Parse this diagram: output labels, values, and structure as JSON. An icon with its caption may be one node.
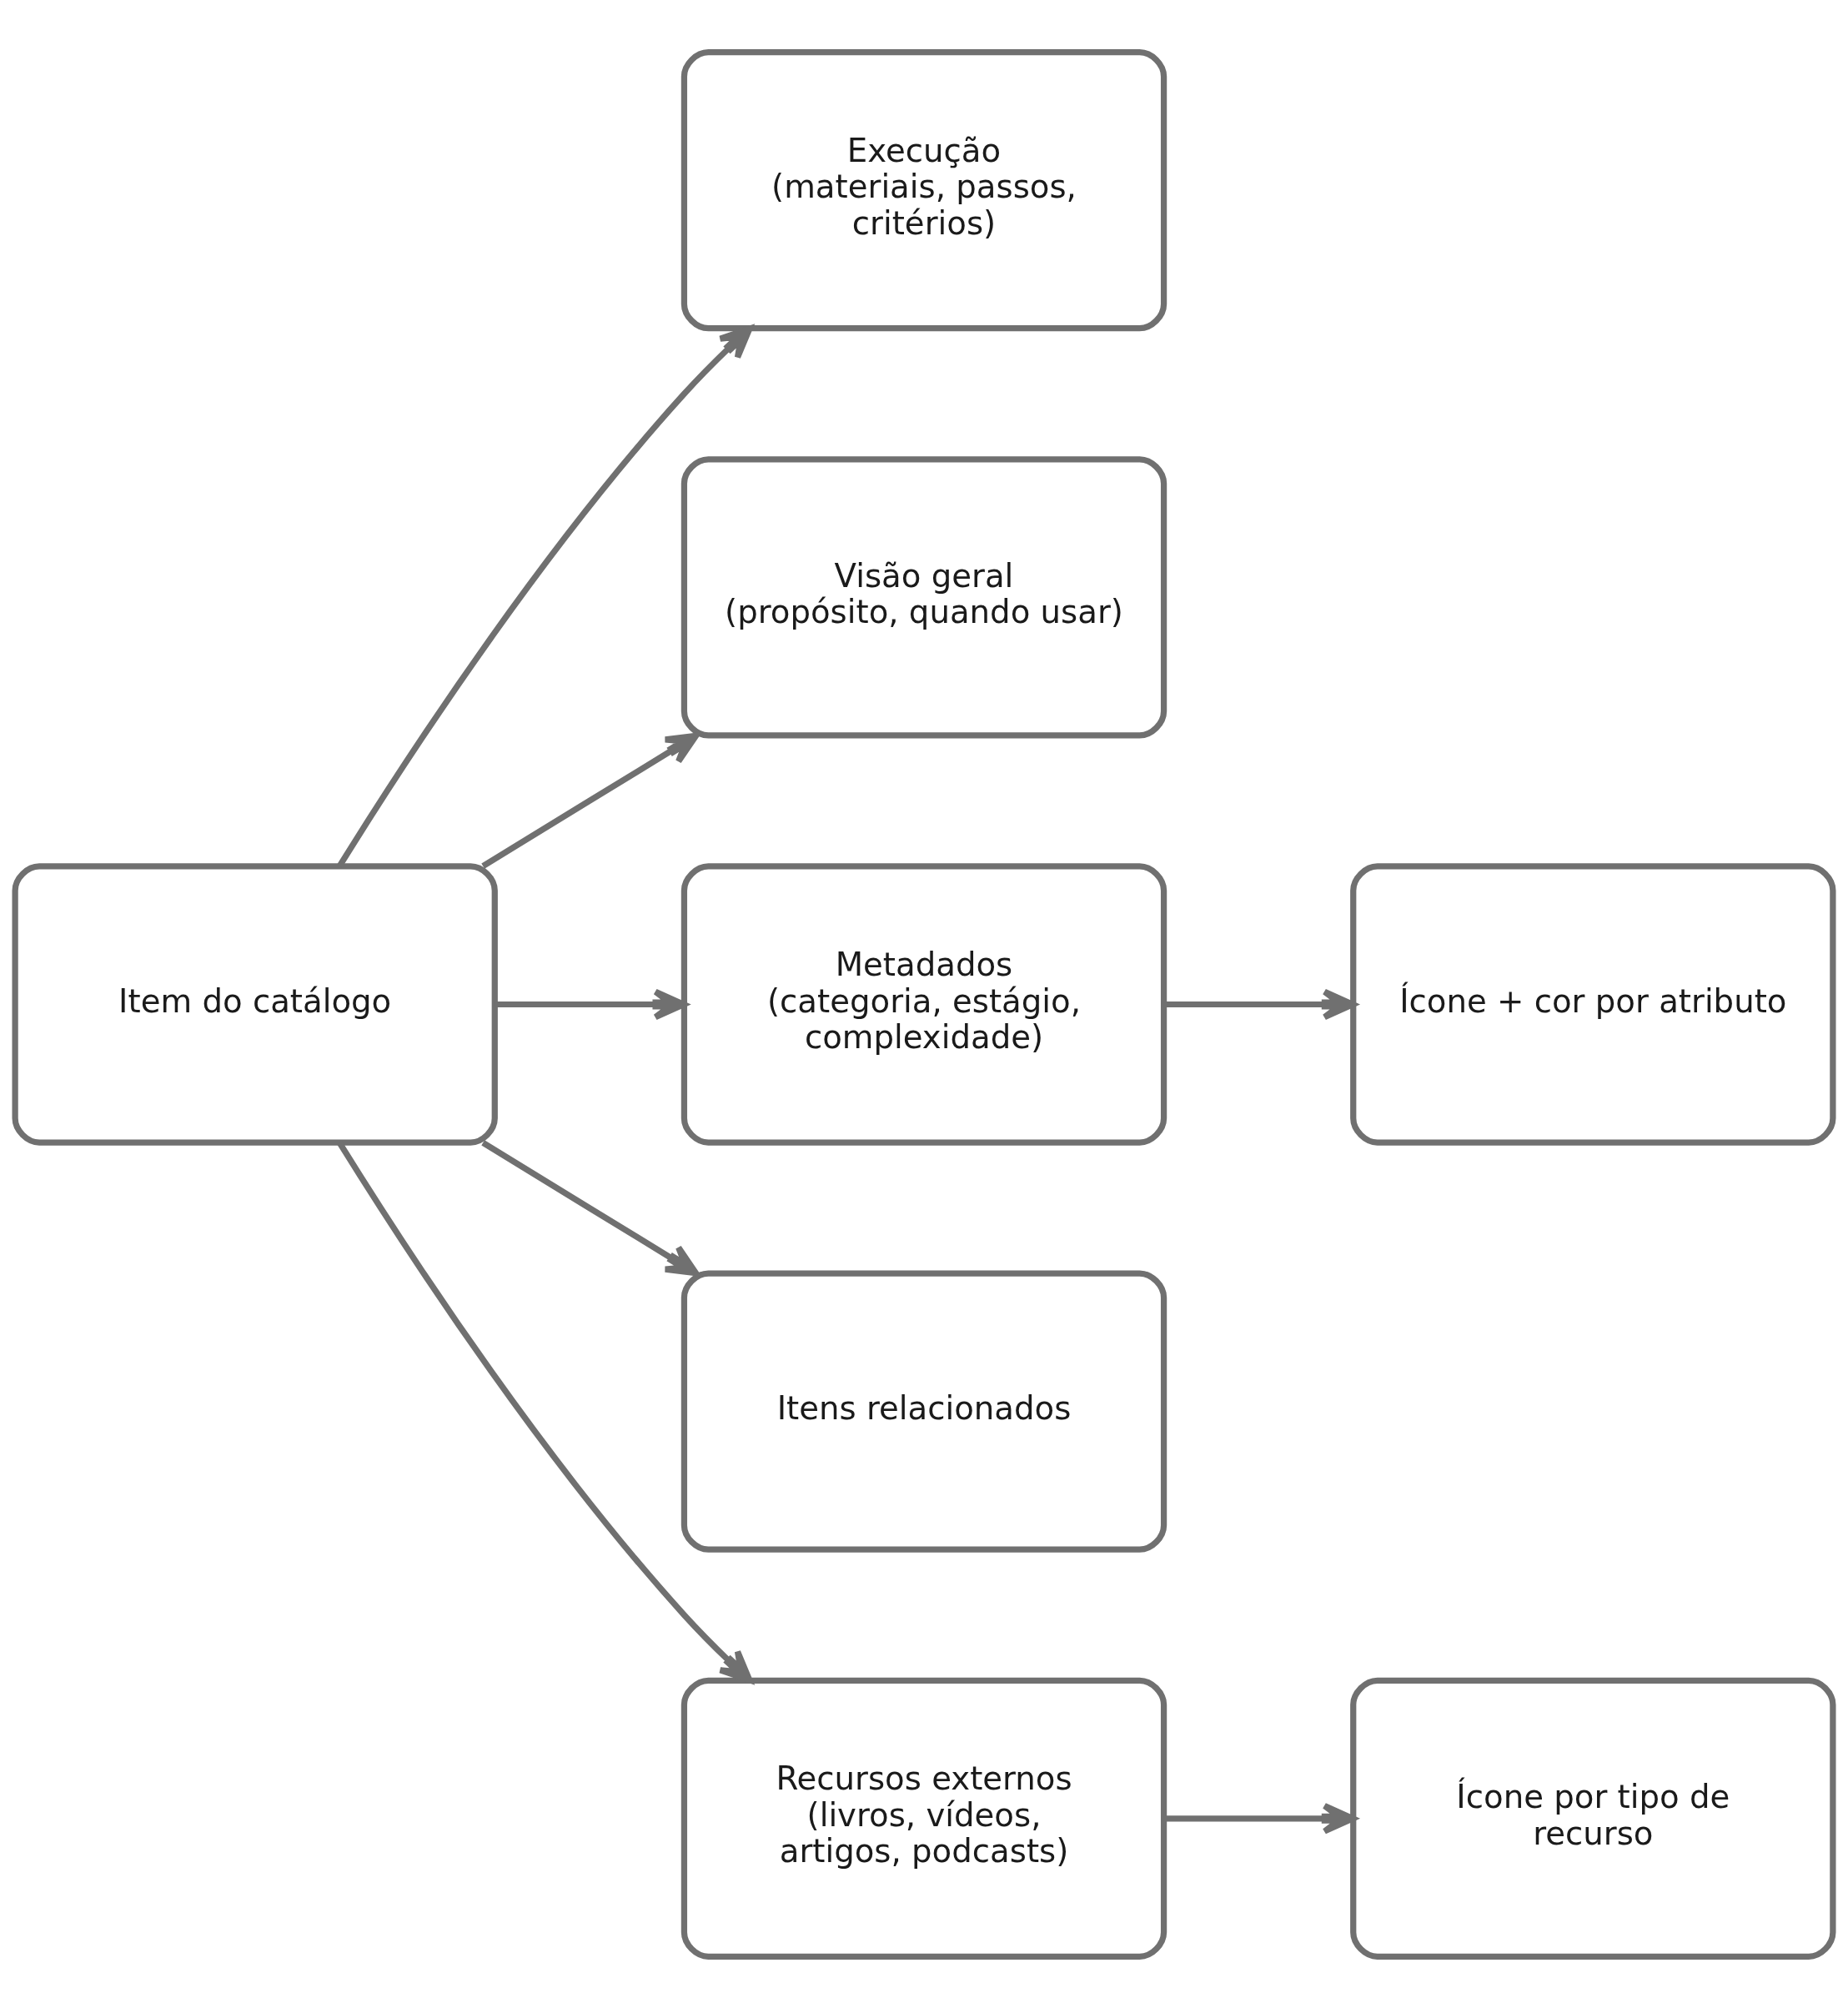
{
  "diagram": {
    "nodes": [
      {
        "text": [
          "Item do catálogo"
        ]
      },
      {
        "text": [
          "Execução",
          "(materiais, passos, critérios)"
        ]
      },
      {
        "text": [
          "Visão geral",
          "(propósito, quando usar)"
        ]
      },
      {
        "text": [
          "Metadados",
          "(categoria, estágio, complexidade)"
        ]
      },
      {
        "text": [
          "Ícone + cor por atributo"
        ]
      },
      {
        "text": [
          "Itens relacionados"
        ]
      },
      {
        "text": [
          "Recursos externos",
          "(livros, vídeos, artigos, podcasts)"
        ]
      },
      {
        "text": [
          "Ícone por tipo de recurso"
        ]
      }
    ],
    "edges": [
      {
        "from": 0,
        "to": 1,
        "arrow": "to"
      },
      {
        "from": 0,
        "to": 2,
        "arrow": "to"
      },
      {
        "from": 0,
        "to": 3,
        "arrow": "to"
      },
      {
        "from": 3,
        "to": 4,
        "arrow": "to"
      },
      {
        "from": 0,
        "to": 5,
        "arrow": "to"
      },
      {
        "from": 0,
        "to": 6,
        "arrow": "to"
      },
      {
        "from": 6,
        "to": 7,
        "arrow": "to"
      }
    ]
  }
}
